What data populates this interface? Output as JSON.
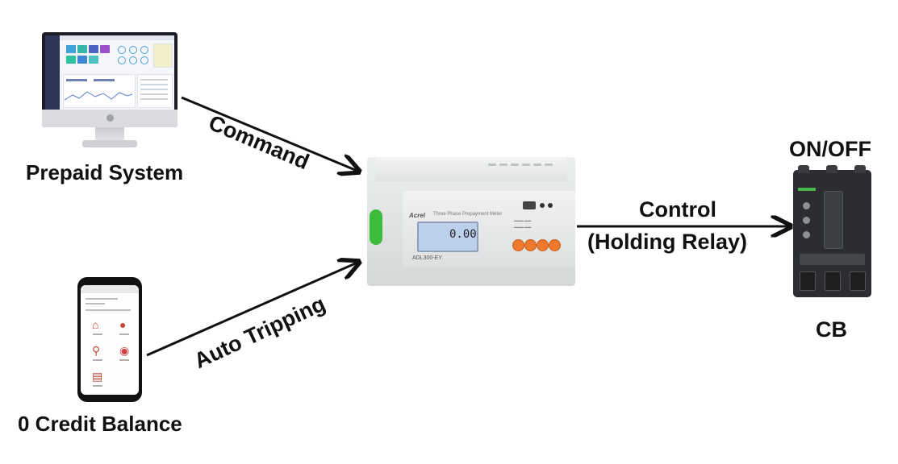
{
  "labels": {
    "prepaid_system": "Prepaid System",
    "credit_balance": "0 Credit Balance",
    "command": "Command",
    "auto_tripping": "Auto Tripping",
    "control": "Control",
    "holding_relay": "(Holding Relay)",
    "on_off": "ON/OFF",
    "cb": "CB"
  },
  "meter": {
    "brand": "Acrel",
    "title": "Three Phase Prepayment Meter",
    "display": "0.00",
    "model": "ADL300-EY"
  },
  "colors": {
    "arrow": "#111111",
    "meter_buttons": "#ef7a2d",
    "meter_side_terminal": "#3dbb3b",
    "breaker_body": "#2b2d30",
    "lcd": "#bcd0ec"
  }
}
